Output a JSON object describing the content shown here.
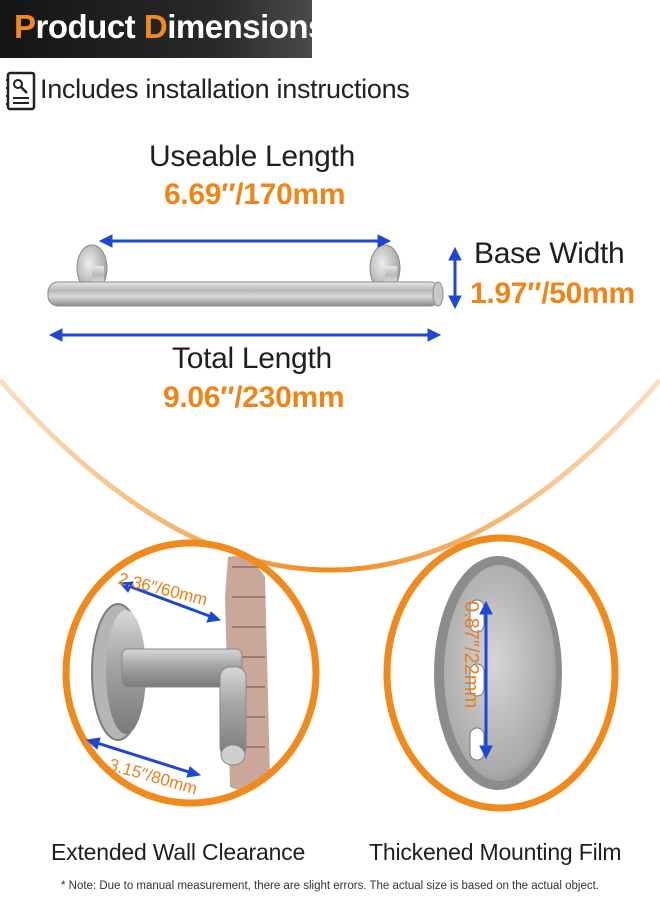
{
  "header": {
    "title_first_initial": "P",
    "title_first_rest": "roduct",
    "title_second_initial": "D",
    "title_second_rest": "imensions"
  },
  "instructions": {
    "icon": "instruction-manual-icon",
    "text": "Includes installation instructions"
  },
  "dimensions": {
    "useable_length": {
      "label": "Useable Length",
      "value": "6.69″/170mm"
    },
    "base_width": {
      "label": "Base Width",
      "value": "1.97″/50mm"
    },
    "total_length": {
      "label": "Total Length",
      "value": "9.06″/230mm"
    }
  },
  "detail_left": {
    "top_measure": "2.36″/60mm",
    "bottom_measure": "3.15″/80mm",
    "caption": "Extended Wall Clearance"
  },
  "detail_right": {
    "measure": "0.87″/22mm",
    "caption": "Thickened Mounting Film"
  },
  "footer": {
    "note": "* Note: Due to manual measurement, there are slight errors. The actual size is based on the actual object."
  },
  "colors": {
    "accent_orange": "#f08a1c",
    "arrow_blue": "#1f47d6",
    "banner_dark": "#1c1c1c"
  }
}
